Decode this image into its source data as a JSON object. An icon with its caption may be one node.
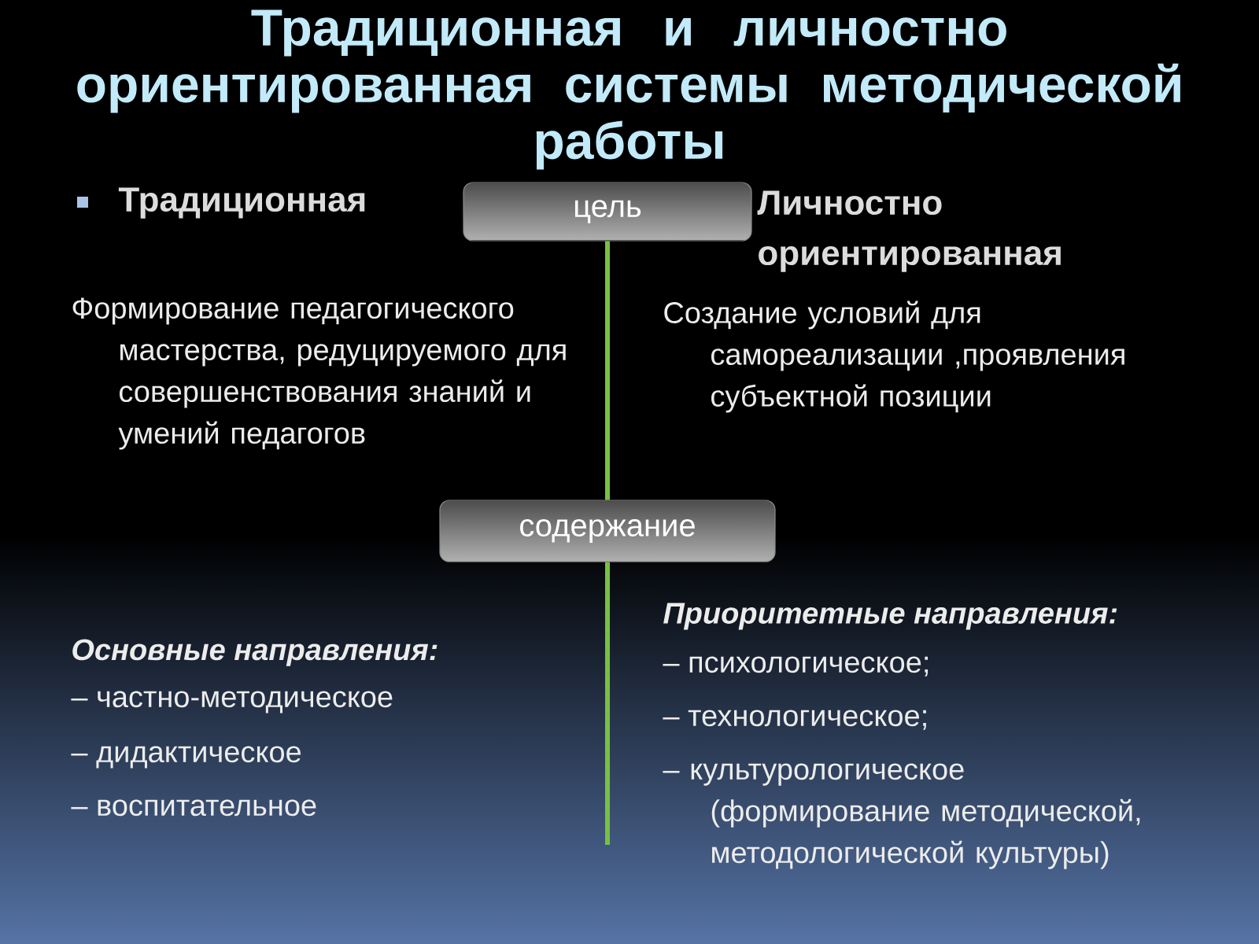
{
  "diagram": {
    "title": "Традиционная и личностно ориентированная системы методической работы",
    "nodes": [
      {
        "text": [
          "цель"
        ]
      },
      {
        "text": [
          "содержание"
        ]
      }
    ],
    "edges": [
      {
        "from": 0,
        "to": 1,
        "arrow": "none"
      },
      {
        "from": 1,
        "to": null,
        "arrow": "none"
      }
    ],
    "labels": [
      "Традиционная",
      "Личностно ориентированная",
      "Формирование педагогического мастерства, редуцируемого для совершенствования знаний и умений педагогов",
      "Создание условий для самореализации ,проявления субъектной позиции",
      "Основные направления:",
      "– частно-методическое",
      "– дидактическое",
      "– воспитательное",
      "Приоритетные направления:",
      "– психологическое;",
      "– технологическое;",
      "– культурологическое (формирование методической, методологической культуры)"
    ]
  }
}
